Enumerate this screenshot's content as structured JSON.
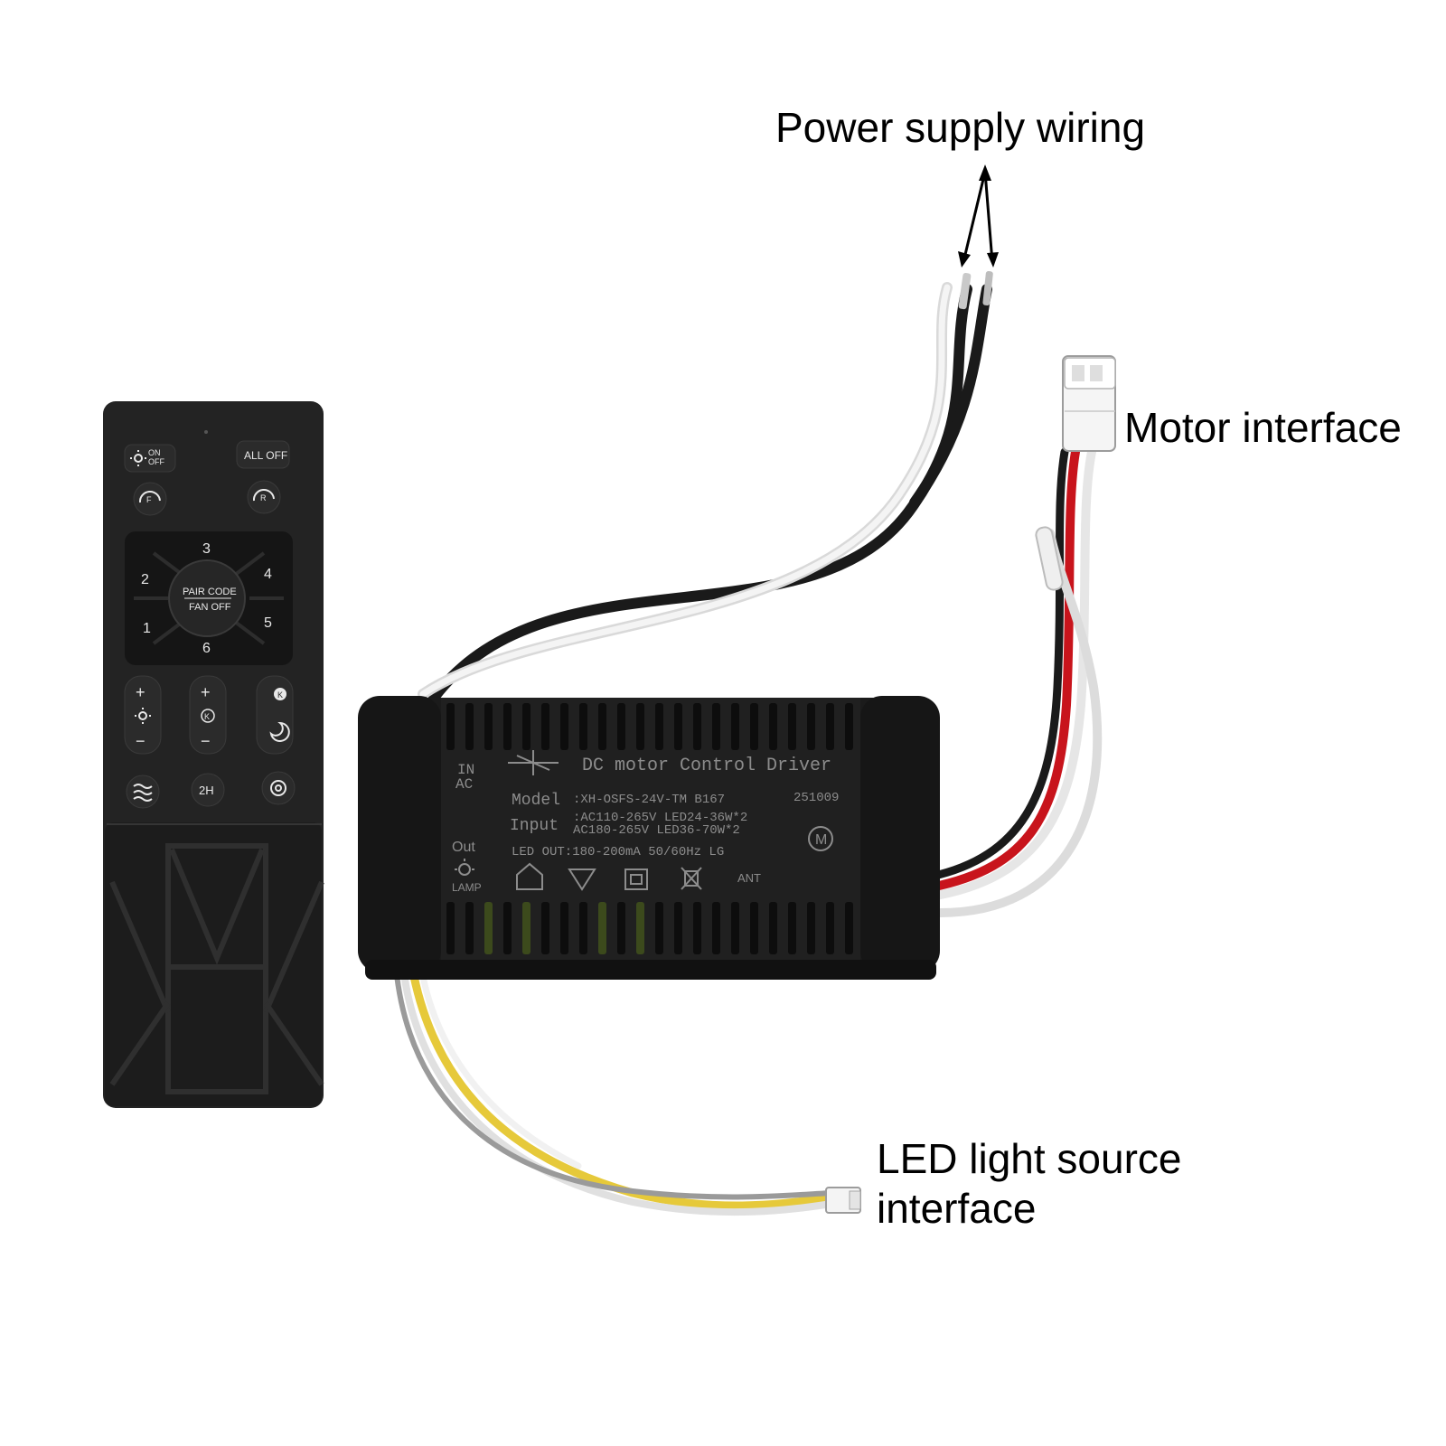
{
  "callouts": {
    "power_supply": "Power supply wiring",
    "motor": "Motor interface",
    "led_line1": "LED light source",
    "led_line2": "interface"
  },
  "remote": {
    "on_off_top": "ON",
    "on_off_bottom": "OFF",
    "all_off": "ALL OFF",
    "forward_badge": "F",
    "reverse_badge": "R",
    "speed_1": "1",
    "speed_2": "2",
    "speed_3": "3",
    "speed_4": "4",
    "speed_5": "5",
    "speed_6": "6",
    "pair_code": "PAIR CODE",
    "fan_off": "FAN OFF",
    "plus": "+",
    "minus": "−",
    "kelvin": "K",
    "timer_2h": "2H"
  },
  "driver": {
    "in_label": "IN",
    "ac_label": "AC",
    "title": "DC motor Control Driver",
    "model_label": "Model",
    "model_value": ":XH-OSFS-24V-TM B167",
    "batch": "251009",
    "input_label": "Input",
    "input_line1": ":AC110-265V LED24-36W*2",
    "input_line2": " AC180-265V LED36-70W*2",
    "led_out": "LED OUT:180-200mA  50/60Hz LG",
    "m_badge": "M",
    "out_label": "Out",
    "lamp_label": "LAMP",
    "ant_label": "ANT"
  },
  "colors": {
    "background": "#ffffff",
    "remote_body": "#202020",
    "driver_body": "#1b1b1b",
    "wire_red": "#c8141c",
    "wire_yellow": "#e6c93a",
    "wire_black": "#1a1a1a",
    "wire_white": "#e9e9e9"
  }
}
